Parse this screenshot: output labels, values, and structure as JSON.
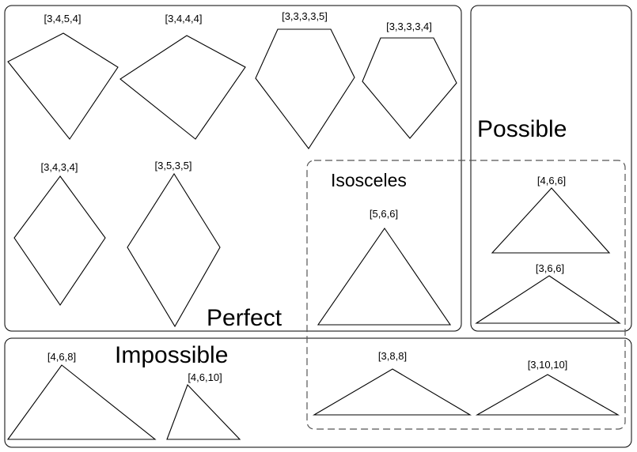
{
  "categories": {
    "perfect": "Perfect",
    "possible": "Possible",
    "impossible": "Impossible",
    "isosceles": "Isosceles"
  },
  "shapes": {
    "s3454": "[3,4,5,4]",
    "s3444": "[3,4,4,4]",
    "s33335": "[3,3,3,3,5]",
    "s33334": "[3,3,3,3,4]",
    "s3434": "[3,4,3,4]",
    "s3535": "[3,5,3,5]",
    "s566": "[5,6,6]",
    "s466": "[4,6,6]",
    "s366": "[3,6,6]",
    "s468": "[4,6,8]",
    "s4610": "[4,6,10]",
    "s388": "[3,8,8]",
    "s31010": "[3,10,10]"
  }
}
